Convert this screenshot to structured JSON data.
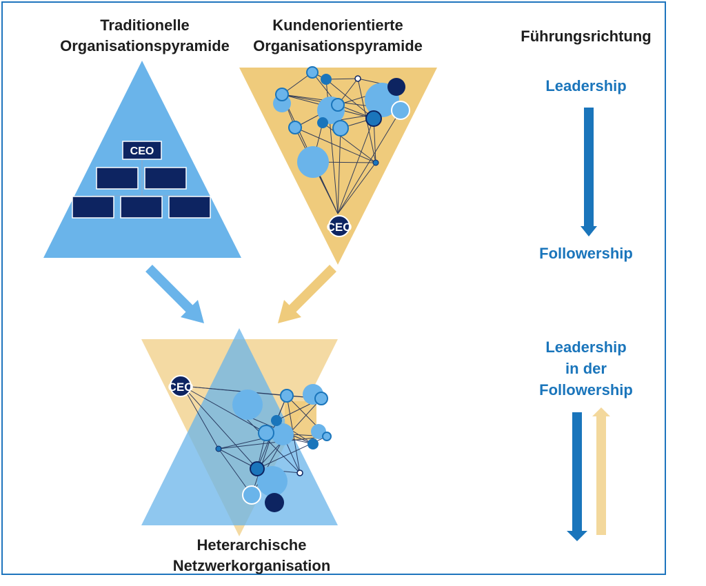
{
  "titles": {
    "traditional": [
      "Traditionelle",
      "Organisationspyramide"
    ],
    "customer": [
      "Kundenorientierte",
      "Organisationspyramide"
    ],
    "heterarchic": [
      "Heterarchische",
      "Netzwerkorganisation"
    ],
    "direction": "Führungsrichtung"
  },
  "directions": {
    "top": "Leadership",
    "bottom": "Followership",
    "combined": [
      "Leadership",
      "in der",
      "Followership"
    ]
  },
  "ceo_label": "CEO",
  "colors": {
    "light_blue": "#6ab4ea",
    "sand": "#efcb7c",
    "navy": "#0d2461",
    "mid_blue": "#1a75bb",
    "frame": "#1d74bd"
  }
}
